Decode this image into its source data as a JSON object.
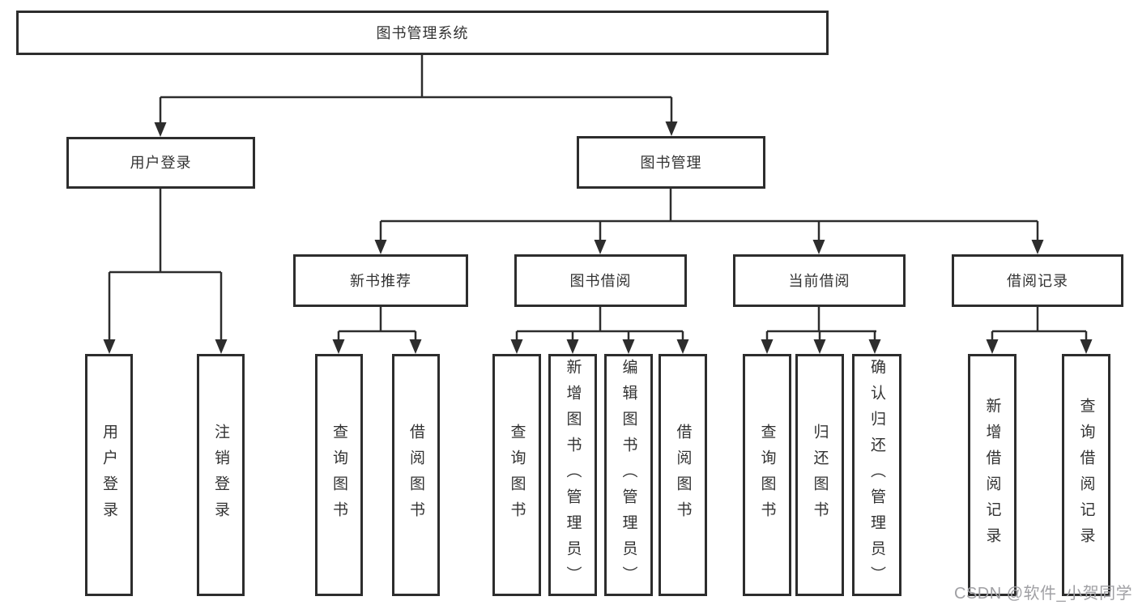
{
  "diagram": {
    "root": {
      "label": "图书管理系统"
    },
    "branches": [
      {
        "label": "用户登录",
        "children": [
          {
            "label": "用户登录"
          },
          {
            "label": "注销登录"
          }
        ]
      },
      {
        "label": "图书管理",
        "children": [
          {
            "label": "新书推荐",
            "children": [
              {
                "label": "查询图书"
              },
              {
                "label": "借阅图书"
              }
            ]
          },
          {
            "label": "图书借阅",
            "children": [
              {
                "label": "查询图书"
              },
              {
                "label": "新增图书（管理员）"
              },
              {
                "label": "编辑图书（管理员）"
              },
              {
                "label": "借阅图书"
              }
            ]
          },
          {
            "label": "当前借阅",
            "children": [
              {
                "label": "查询图书"
              },
              {
                "label": "归还图书"
              },
              {
                "label": "确认归还（管理员）"
              }
            ]
          },
          {
            "label": "借阅记录",
            "children": [
              {
                "label": "新增借阅记录"
              },
              {
                "label": "查询借阅记录"
              }
            ]
          }
        ]
      }
    ]
  },
  "watermark": {
    "text": "CSDN @软件_小贺同学"
  },
  "colors": {
    "line": "#2d2d2d",
    "text": "#333333",
    "canvas": "#ffffff",
    "watermark": "#a0a0a4"
  }
}
